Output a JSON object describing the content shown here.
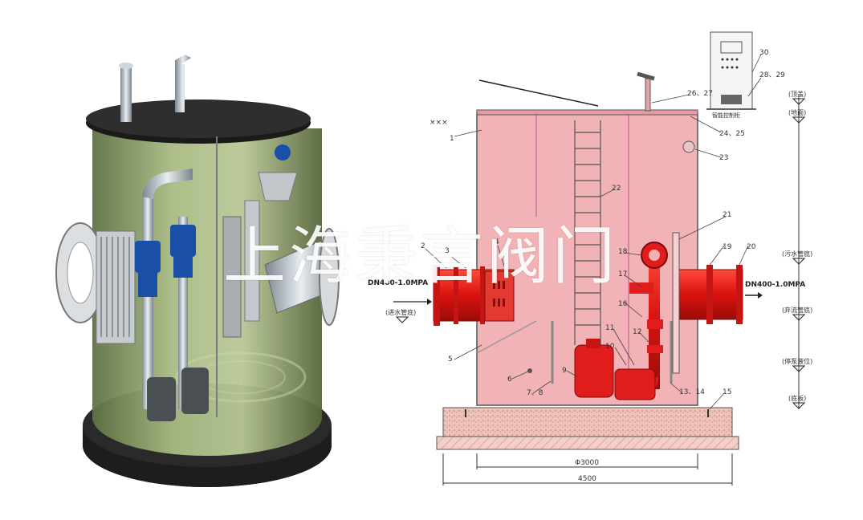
{
  "watermark_text": "上海秉言阀门",
  "control_cabinet_label": "智能控制柜",
  "callouts": {
    "c1": "1",
    "c2": "2",
    "c3": "3",
    "c4": "4",
    "c5": "5",
    "c6": "6",
    "c7_8": "7、8",
    "c9": "9",
    "c10": "10",
    "c11": "11",
    "c12": "12",
    "c13_14": "13、14",
    "c15": "15",
    "c16": "16",
    "c17": "17",
    "c18": "18",
    "c19": "19",
    "c20": "20",
    "c21": "21",
    "c22": "22",
    "c23": "23",
    "c24_25": "24、25",
    "c26_27": "26、27",
    "c28_29": "28、29",
    "c30": "30"
  },
  "pipe_specs": {
    "inlet": "DN400-1.0MPA",
    "outlet": "DN400-1.0MPA"
  },
  "inlet_level": "(进水管底)",
  "levels": [
    "(顶盖)",
    "(地面)",
    "(污水管底)",
    "(弃流管底)",
    "(停泵液位)",
    "(底板)"
  ],
  "dimensions": {
    "inner": "Φ3000",
    "outer": "4500"
  },
  "colors": {
    "tank_fill": "#f2b3b6",
    "pipe_red": "#e01c1c",
    "tank_green": "#8fa56b",
    "pump_blue": "#1a4fa8",
    "foundation": "#f0c9c0"
  }
}
